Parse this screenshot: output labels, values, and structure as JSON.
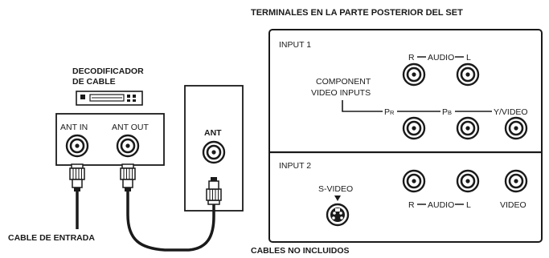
{
  "header": {
    "title": "TERMINALES EN LA PARTE POSTERIOR DEL SET"
  },
  "decoder": {
    "label_line1": "DECODIFICADOR",
    "label_line2": "DE CABLE",
    "ant_in": "ANT IN",
    "ant_out": "ANT OUT"
  },
  "tv_antenna": {
    "label": "ANT"
  },
  "panel": {
    "input1": {
      "label": "INPUT 1",
      "audio_r": "R",
      "audio_label": "AUDIO",
      "audio_l": "L",
      "component_line1": "COMPONENT",
      "component_line2": "VIDEO INPUTS",
      "pr_main": "P",
      "pr_sub": "R",
      "pb_main": "P",
      "pb_sub": "B",
      "y_video": "Y/VIDEO"
    },
    "input2": {
      "label": "INPUT 2",
      "svideo": "S-VIDEO",
      "audio_r": "R",
      "audio_label": "AUDIO",
      "audio_l": "L",
      "video": "VIDEO"
    }
  },
  "captions": {
    "cable_in": "CABLE DE ENTRADA",
    "not_included": "CABLES NO INCLUIDOS"
  }
}
